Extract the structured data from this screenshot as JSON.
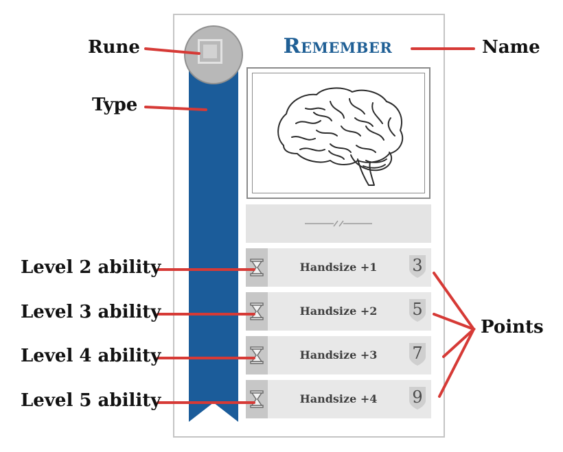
{
  "card": {
    "name": "Remember",
    "flavor_glyph": "—//—",
    "abilities": [
      {
        "text": "Handsize +1",
        "points": "3"
      },
      {
        "text": "Handsize +2",
        "points": "5"
      },
      {
        "text": "Handsize +3",
        "points": "7"
      },
      {
        "text": "Handsize +4",
        "points": "9"
      }
    ],
    "icons": {
      "rune": "square-rune-icon",
      "art": "brain-illustration",
      "ability_icon": "hourglass-icon"
    }
  },
  "labels": {
    "rune": "Rune",
    "type": "Type",
    "name": "Name",
    "points": "Points",
    "level2": "Level 2 ability",
    "level3": "Level 3 ability",
    "level4": "Level 4 ability",
    "level5": "Level 5 ability"
  },
  "colors": {
    "ribbon": "#1b5c9a",
    "leader": "#d63a36",
    "name": "#1f5f95",
    "rune": "#b8b8b8"
  }
}
